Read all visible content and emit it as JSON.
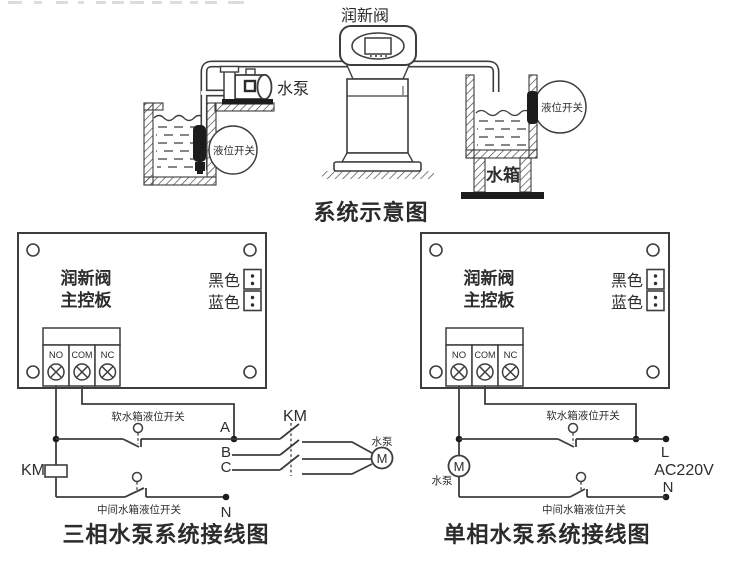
{
  "schematic": {
    "title": "系统示意图",
    "valve_label": "润新阀",
    "pump_label": "水泵",
    "left_level_switch_label": "液位开关",
    "right_level_switch_label": "液位开关",
    "tank_label": "水箱"
  },
  "control_board": {
    "name_line1": "润新阀",
    "name_line2": "主控板",
    "black_wire_label": "黑色",
    "blue_wire_label": "蓝色",
    "terminals": [
      "NO",
      "COM",
      "NC"
    ]
  },
  "three_phase": {
    "title": "三相水泵系统接线图",
    "soft_tank_switch_label": "软水箱液位开关",
    "middle_tank_switch_label": "中间水箱液位开关",
    "contactor_coil_label": "KM",
    "contactor_contacts_label": "KM",
    "phase_a": "A",
    "phase_b": "B",
    "phase_c": "C",
    "neutral": "N",
    "motor_letter": "M",
    "pump_label": "水泵"
  },
  "single_phase": {
    "title": "单相水泵系统接线图",
    "soft_tank_switch_label": "软水箱液位开关",
    "middle_tank_switch_label": "中间水箱液位开关",
    "live": "L",
    "voltage": "AC220V",
    "neutral": "N",
    "motor_letter": "M",
    "pump_label": "水泵"
  },
  "colors": {
    "line": "#3d3d3d",
    "ink": "#2d2d2d",
    "solid": "#1c1c1c",
    "background": "#ffffff"
  }
}
